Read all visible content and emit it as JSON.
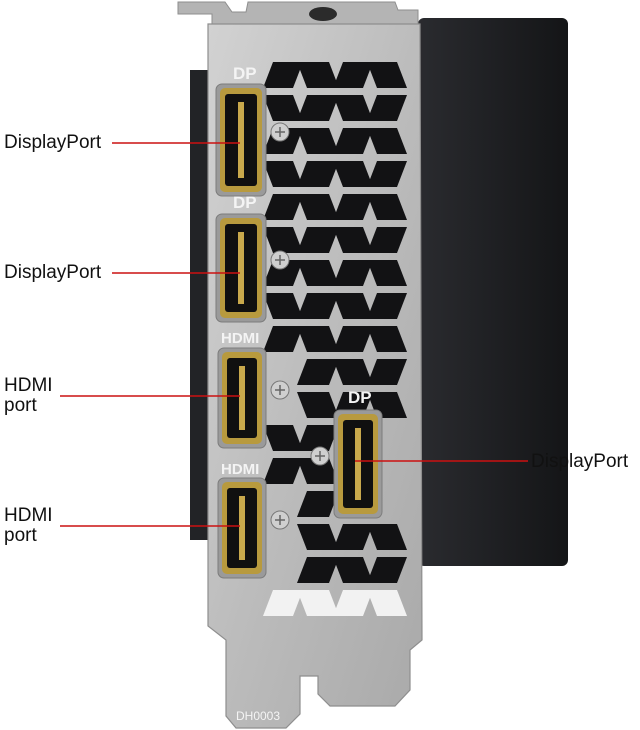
{
  "bracket_markings": {
    "port1": "DP",
    "port2": "DP",
    "port3": "HDMI",
    "port4": "HDMI",
    "port5": "DP",
    "code": "DH0003"
  },
  "callouts": {
    "left1": "DisplayPort",
    "left2": "DisplayPort",
    "left3_line1": "HDMI",
    "left3_line2": "port",
    "left4_line1": "HDMI",
    "left4_line2": "port",
    "right1": "DisplayPort"
  },
  "colors": {
    "background": "#ffffff",
    "bracket": "#bdbdbd",
    "bracket_shadow": "#8e8e8e",
    "heatsink": "#1c1d20",
    "vent": "#121214",
    "port_gold": "#b89a3e",
    "port_inner": "#101010",
    "leader_line": "#cc1111",
    "marking": "#f4f4f4"
  }
}
